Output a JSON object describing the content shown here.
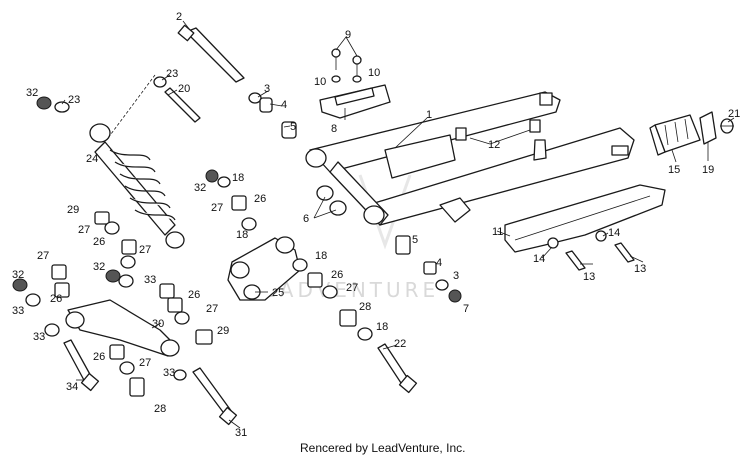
{
  "diagram": {
    "watermark": "LEADVENTURE",
    "credit": "Rencered by LeadVenture, Inc.",
    "callouts": [
      "1",
      "2",
      "3",
      "4",
      "5",
      "6",
      "7",
      "8",
      "9",
      "10",
      "11",
      "12",
      "13",
      "14",
      "15",
      "19",
      "20",
      "21",
      "22",
      "23",
      "24",
      "25",
      "26",
      "27",
      "28",
      "29",
      "30",
      "31",
      "32",
      "33",
      "34"
    ]
  }
}
